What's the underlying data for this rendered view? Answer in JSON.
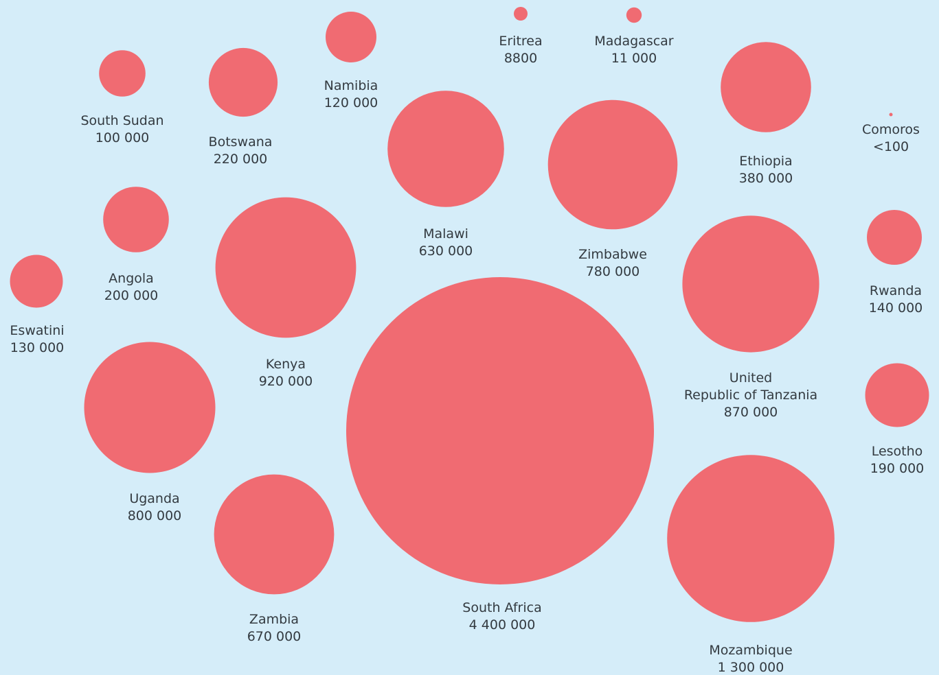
{
  "chart_data": {
    "type": "bubble",
    "colors": {
      "bubble": "#f06b72",
      "background": "#d5edf9",
      "label": "#333a40"
    },
    "items": [
      {
        "name": "South Sudan",
        "value": 100000,
        "value_label": "100 000"
      },
      {
        "name": "Botswana",
        "value": 220000,
        "value_label": "220 000"
      },
      {
        "name": "Namibia",
        "value": 120000,
        "value_label": "120 000"
      },
      {
        "name": "Eritrea",
        "value": 8800,
        "value_label": "8800"
      },
      {
        "name": "Madagascar",
        "value": 11000,
        "value_label": "11 000"
      },
      {
        "name": "Ethiopia",
        "value": 380000,
        "value_label": "380 000"
      },
      {
        "name": "Comoros",
        "value": 100,
        "value_label": "<100"
      },
      {
        "name": "Malawi",
        "value": 630000,
        "value_label": "630 000"
      },
      {
        "name": "Zimbabwe",
        "value": 780000,
        "value_label": "780 000"
      },
      {
        "name": "Angola",
        "value": 200000,
        "value_label": "200 000"
      },
      {
        "name": "Kenya",
        "value": 920000,
        "value_label": "920 000"
      },
      {
        "name": "Eswatini",
        "value": 130000,
        "value_label": "130 000"
      },
      {
        "name": "Rwanda",
        "value": 140000,
        "value_label": "140 000"
      },
      {
        "name": "United Republic of Tanzania",
        "name_lines": [
          "United",
          "Republic of Tanzania"
        ],
        "value": 870000,
        "value_label": "870 000"
      },
      {
        "name": "Uganda",
        "value": 800000,
        "value_label": "800 000"
      },
      {
        "name": "South Africa",
        "value": 4400000,
        "value_label": "4 400 000"
      },
      {
        "name": "Lesotho",
        "value": 190000,
        "value_label": "190 000"
      },
      {
        "name": "Zambia",
        "value": 670000,
        "value_label": "670 000"
      },
      {
        "name": "Mozambique",
        "value": 1300000,
        "value_label": "1 300 000"
      }
    ]
  }
}
